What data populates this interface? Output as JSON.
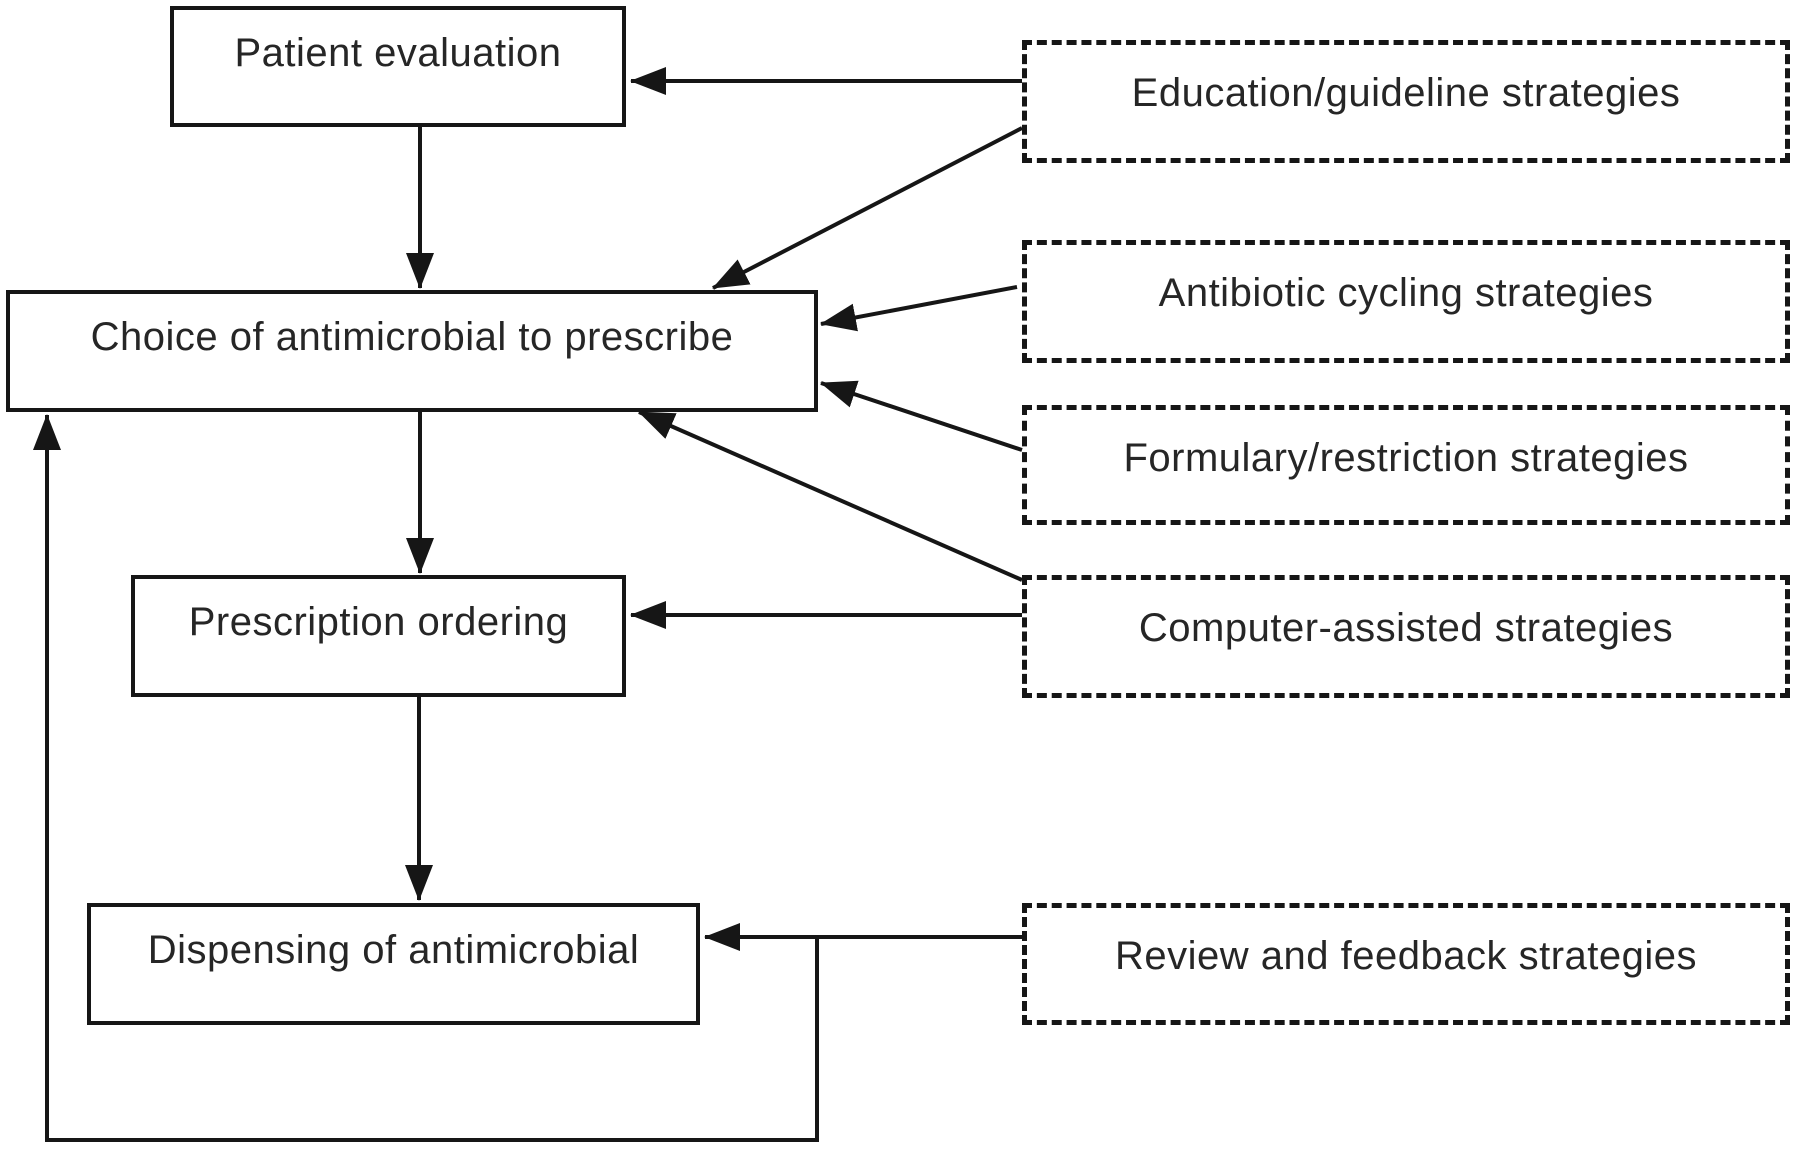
{
  "diagram": {
    "type": "flowchart",
    "background_color": "#ffffff",
    "line_color": "#161616",
    "text_color": "#262626",
    "process_box_style": "solid",
    "strategy_box_style": "dashed"
  },
  "process_nodes": [
    {
      "id": "patient-evaluation",
      "label": "Patient evaluation"
    },
    {
      "id": "choice-of-antimicrobial",
      "label": "Choice of antimicrobial to prescribe"
    },
    {
      "id": "prescription-ordering",
      "label": "Prescription ordering"
    },
    {
      "id": "dispensing-of-antimicrobial",
      "label": "Dispensing of antimicrobial"
    }
  ],
  "strategy_nodes": [
    {
      "id": "education-guideline",
      "label": "Education/guideline strategies"
    },
    {
      "id": "antibiotic-cycling",
      "label": "Antibiotic cycling strategies"
    },
    {
      "id": "formulary-restriction",
      "label": "Formulary/restriction strategies"
    },
    {
      "id": "computer-assisted",
      "label": "Computer-assisted strategies"
    },
    {
      "id": "review-feedback",
      "label": "Review and feedback strategies"
    }
  ],
  "connections": [
    {
      "from": "patient-evaluation",
      "to": "choice-of-antimicrobial"
    },
    {
      "from": "choice-of-antimicrobial",
      "to": "prescription-ordering"
    },
    {
      "from": "prescription-ordering",
      "to": "dispensing-of-antimicrobial"
    },
    {
      "from": "education-guideline",
      "to": "patient-evaluation"
    },
    {
      "from": "education-guideline",
      "to": "choice-of-antimicrobial"
    },
    {
      "from": "antibiotic-cycling",
      "to": "choice-of-antimicrobial"
    },
    {
      "from": "formulary-restriction",
      "to": "choice-of-antimicrobial"
    },
    {
      "from": "computer-assisted",
      "to": "choice-of-antimicrobial"
    },
    {
      "from": "computer-assisted",
      "to": "prescription-ordering"
    },
    {
      "from": "review-feedback",
      "to": "dispensing-of-antimicrobial"
    },
    {
      "from": "dispensing-of-antimicrobial",
      "to": "choice-of-antimicrobial",
      "note": "feedback loop"
    }
  ]
}
